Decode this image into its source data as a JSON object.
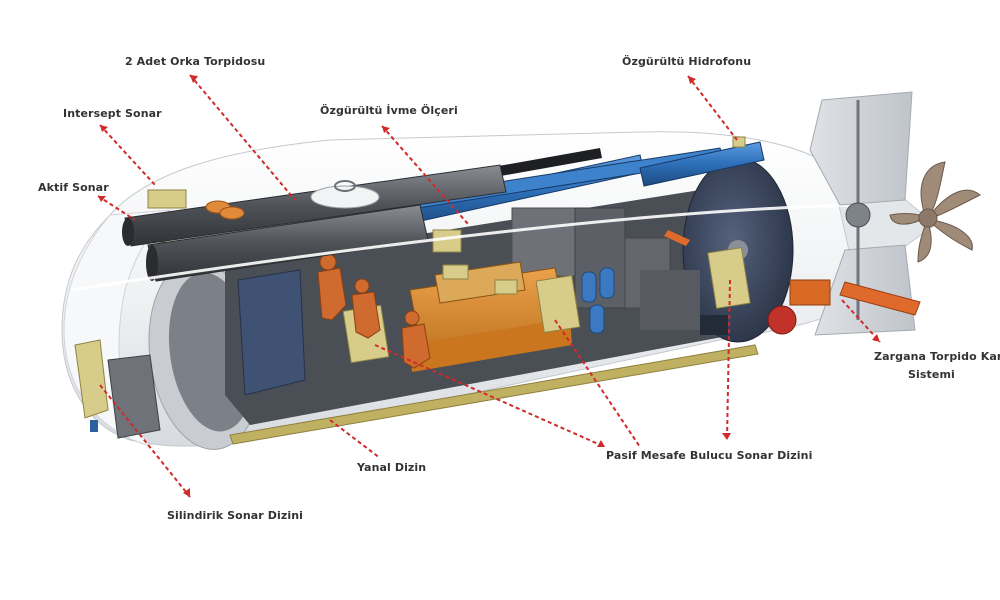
{
  "colors": {
    "callout_line": "#d02a2a",
    "label_text": "#333333",
    "hull_white": "#f1f2f4",
    "hull_glass": "#e6eaee",
    "torpedo_tube": "#595c61",
    "pipe_blue": "#2d6fb8",
    "engine_orange": "#d88a2a",
    "sonar_tan": "#d3c88a",
    "crew_orange": "#cf6b2e",
    "bulkhead": "#3c4a63",
    "rail": "#b7a85a"
  },
  "labels": {
    "orka_torpidosu": "2 Adet Orka Torpidosu",
    "hidrofon": "Özgürültü Hidrofonu",
    "intersept_sonar": "Intersept Sonar",
    "ivme_olceri": "Özgürültü İvme Ölçeri",
    "aktif_sonar": "Aktif Sonar",
    "zargana_line1": "Zargana Torpido Karşı Tedbir",
    "zargana_line2": "Sistemi",
    "pasif_mesafe": "Pasif Mesafe Bulucu Sonar Dizini",
    "yanal_dizin": "Yanal Dizin",
    "silindirik_sonar": "Silindirik Sonar Dizini"
  }
}
